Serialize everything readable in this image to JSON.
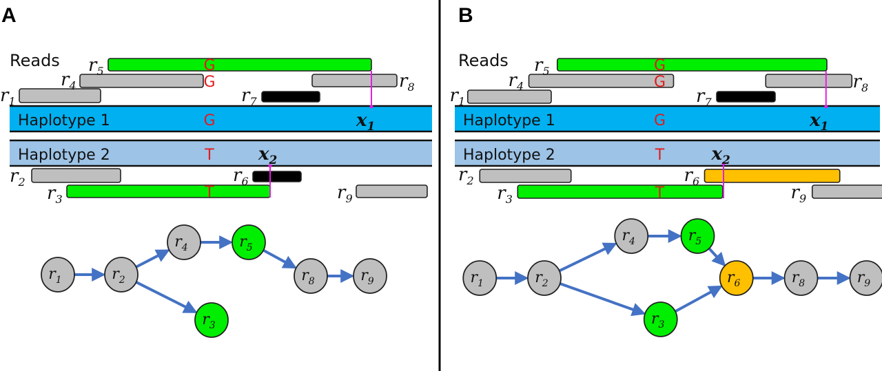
{
  "panels": [
    {
      "id": "A",
      "label": "A",
      "reads_label": "Reads",
      "haplotypes": [
        {
          "label": "Haplotype 1",
          "allele": "G",
          "color": "#00b0f0"
        },
        {
          "label": "Haplotype 2",
          "allele": "T",
          "color": "#9dc3e6"
        }
      ],
      "reads": [
        {
          "id": "r1",
          "name": "r",
          "sub": "1",
          "fill": "gray",
          "alleles": []
        },
        {
          "id": "r4",
          "name": "r",
          "sub": "4",
          "fill": "gray",
          "alleles": [
            "G"
          ]
        },
        {
          "id": "r5",
          "name": "r",
          "sub": "5",
          "fill": "green",
          "alleles": [
            "G"
          ]
        },
        {
          "id": "r7",
          "name": "r",
          "sub": "7",
          "fill": "black",
          "alleles": []
        },
        {
          "id": "r8",
          "name": "r",
          "sub": "8",
          "fill": "gray",
          "alleles": []
        },
        {
          "id": "r2",
          "name": "r",
          "sub": "2",
          "fill": "gray",
          "alleles": []
        },
        {
          "id": "r3",
          "name": "r",
          "sub": "3",
          "fill": "green",
          "alleles": [
            "T"
          ]
        },
        {
          "id": "r6",
          "name": "r",
          "sub": "6",
          "fill": "black",
          "alleles": []
        },
        {
          "id": "r9",
          "name": "r",
          "sub": "9",
          "fill": "gray",
          "alleles": []
        }
      ],
      "markers": [
        {
          "name": "x",
          "sub": "1"
        },
        {
          "name": "x",
          "sub": "2"
        }
      ],
      "graph": {
        "nodes": [
          {
            "id": "r1",
            "name": "r",
            "sub": "1",
            "fill": "gray"
          },
          {
            "id": "r2",
            "name": "r",
            "sub": "2",
            "fill": "gray"
          },
          {
            "id": "r4",
            "name": "r",
            "sub": "4",
            "fill": "gray"
          },
          {
            "id": "r5",
            "name": "r",
            "sub": "5",
            "fill": "green"
          },
          {
            "id": "r3",
            "name": "r",
            "sub": "3",
            "fill": "green"
          },
          {
            "id": "r8",
            "name": "r",
            "sub": "8",
            "fill": "gray"
          },
          {
            "id": "r9",
            "name": "r",
            "sub": "9",
            "fill": "gray"
          }
        ],
        "edges": [
          [
            "r1",
            "r2"
          ],
          [
            "r2",
            "r4"
          ],
          [
            "r4",
            "r5"
          ],
          [
            "r2",
            "r3"
          ],
          [
            "r5",
            "r8"
          ],
          [
            "r8",
            "r9"
          ]
        ]
      }
    },
    {
      "id": "B",
      "label": "B",
      "reads_label": "Reads",
      "haplotypes": [
        {
          "label": "Haplotype 1",
          "allele": "G",
          "color": "#00b0f0"
        },
        {
          "label": "Haplotype 2",
          "allele": "T",
          "color": "#9dc3e6"
        }
      ],
      "reads": [
        {
          "id": "r1",
          "name": "r",
          "sub": "1",
          "fill": "gray",
          "alleles": []
        },
        {
          "id": "r4",
          "name": "r",
          "sub": "4",
          "fill": "gray",
          "alleles": [
            "G"
          ]
        },
        {
          "id": "r5",
          "name": "r",
          "sub": "5",
          "fill": "green",
          "alleles": [
            "G"
          ]
        },
        {
          "id": "r7",
          "name": "r",
          "sub": "7",
          "fill": "black",
          "alleles": []
        },
        {
          "id": "r8",
          "name": "r",
          "sub": "8",
          "fill": "gray",
          "alleles": []
        },
        {
          "id": "r2",
          "name": "r",
          "sub": "2",
          "fill": "gray",
          "alleles": []
        },
        {
          "id": "r3",
          "name": "r",
          "sub": "3",
          "fill": "green",
          "alleles": [
            "T"
          ]
        },
        {
          "id": "r6",
          "name": "r",
          "sub": "6",
          "fill": "orange",
          "alleles": []
        },
        {
          "id": "r9",
          "name": "r",
          "sub": "9",
          "fill": "gray",
          "alleles": []
        }
      ],
      "markers": [
        {
          "name": "x",
          "sub": "1"
        },
        {
          "name": "x",
          "sub": "2"
        }
      ],
      "graph": {
        "nodes": [
          {
            "id": "r1",
            "name": "r",
            "sub": "1",
            "fill": "gray"
          },
          {
            "id": "r2",
            "name": "r",
            "sub": "2",
            "fill": "gray"
          },
          {
            "id": "r4",
            "name": "r",
            "sub": "4",
            "fill": "gray"
          },
          {
            "id": "r5",
            "name": "r",
            "sub": "5",
            "fill": "green"
          },
          {
            "id": "r3",
            "name": "r",
            "sub": "3",
            "fill": "green"
          },
          {
            "id": "r6",
            "name": "r",
            "sub": "6",
            "fill": "orange"
          },
          {
            "id": "r8",
            "name": "r",
            "sub": "8",
            "fill": "gray"
          },
          {
            "id": "r9",
            "name": "r",
            "sub": "9",
            "fill": "gray"
          }
        ],
        "edges": [
          [
            "r1",
            "r2"
          ],
          [
            "r2",
            "r4"
          ],
          [
            "r4",
            "r5"
          ],
          [
            "r2",
            "r3"
          ],
          [
            "r5",
            "r6"
          ],
          [
            "r3",
            "r6"
          ],
          [
            "r6",
            "r8"
          ],
          [
            "r8",
            "r9"
          ]
        ]
      }
    }
  ],
  "colors": {
    "gray": "#bfbfbf",
    "green": "#00ee00",
    "black": "#000000",
    "orange": "#ffc000",
    "edge": "#4472c4",
    "marker": "#e020e0",
    "allele": "#e31a1c"
  }
}
